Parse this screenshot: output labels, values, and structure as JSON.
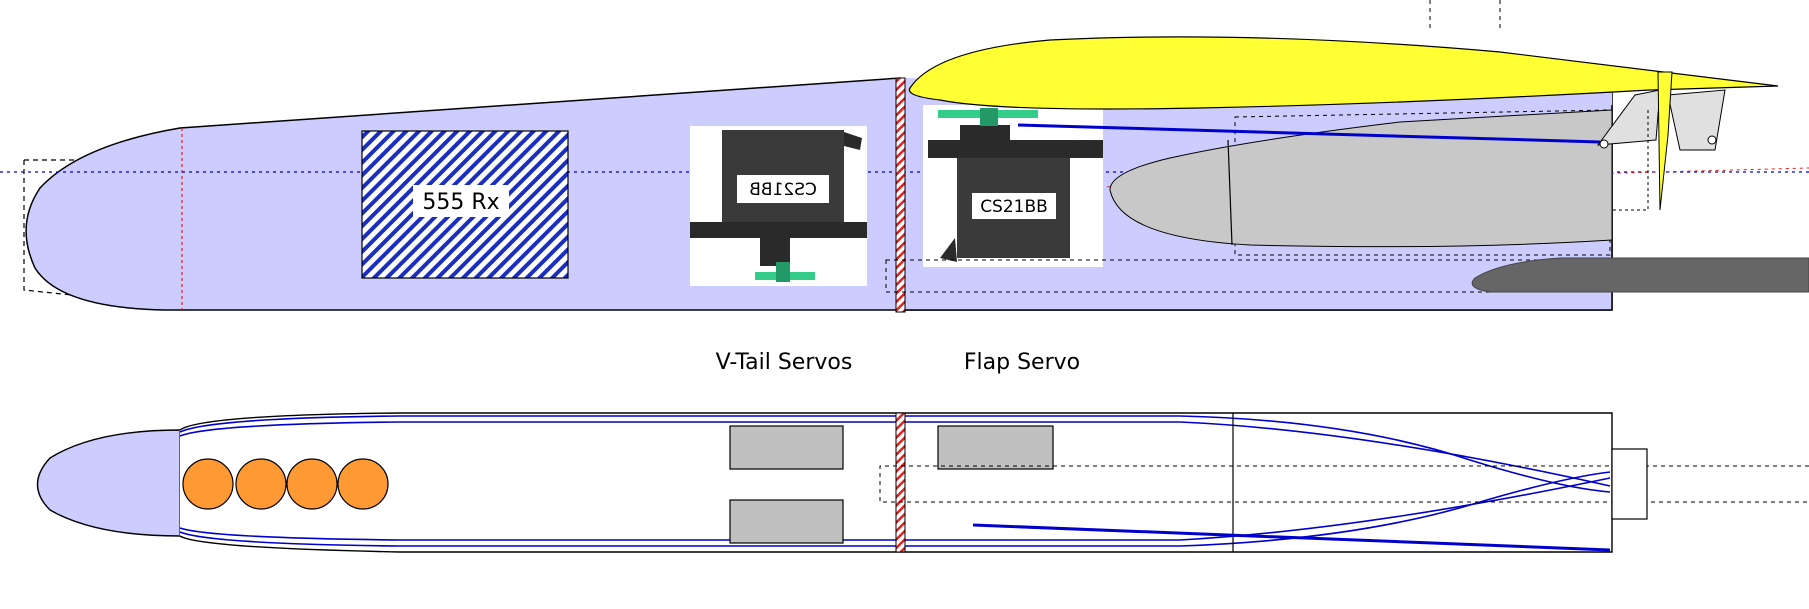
{
  "labels": {
    "receiver": "555 Rx",
    "servo_model": "CS21BB",
    "servo_model_mirrored": "CS21BB",
    "vtail_caption": "V-Tail Servos",
    "flap_caption": "Flap Servo"
  },
  "colors": {
    "fuselage_fill": "#ccccff",
    "wing_fill": "#ffff33",
    "pod_fill": "#c8c8c8",
    "spar_dark": "#666666",
    "pushrod": "#0000cc",
    "bulkhead": "#dd2222",
    "battery_cells": "#ff9933",
    "servo_pocket": "#c0c0c0",
    "servo_body": "#3a3a3a",
    "servo_arm": "#33cc88",
    "hatch_blue": "#1a2fbf"
  },
  "icons": {
    "vtail_servo": "servo-icon",
    "flap_servo": "servo-icon"
  }
}
